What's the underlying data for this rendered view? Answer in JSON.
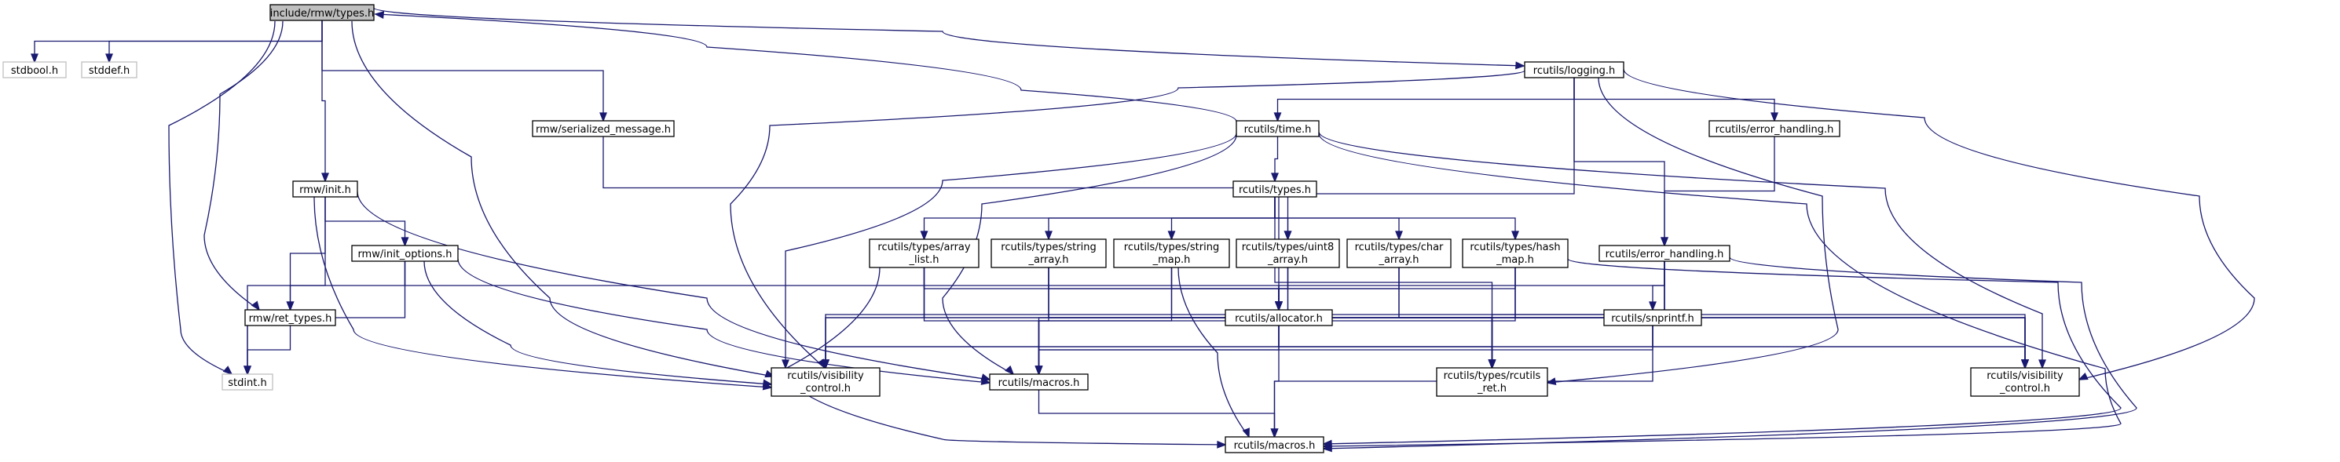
{
  "graph": {
    "colors": {
      "edge": "#191970",
      "node_border": "#000000",
      "external_border": "#bfbfbf",
      "root_fill": "#bfbfbf"
    },
    "nodes": [
      {
        "id": "types",
        "lines": [
          "include/rmw/types.h"
        ],
        "kind": "root"
      },
      {
        "id": "stdbool",
        "lines": [
          "stdbool.h"
        ],
        "kind": "ext"
      },
      {
        "id": "stddef",
        "lines": [
          "stddef.h"
        ],
        "kind": "ext"
      },
      {
        "id": "stdint",
        "lines": [
          "stdint.h"
        ],
        "kind": "ext"
      },
      {
        "id": "rmw_init",
        "lines": [
          "rmw/init.h"
        ],
        "kind": "normal"
      },
      {
        "id": "rmw_init_options",
        "lines": [
          "rmw/init_options.h"
        ],
        "kind": "normal"
      },
      {
        "id": "rmw_ret_types",
        "lines": [
          "rmw/ret_types.h"
        ],
        "kind": "normal"
      },
      {
        "id": "rmw_serialized",
        "lines": [
          "rmw/serialized_message.h"
        ],
        "kind": "normal"
      },
      {
        "id": "rc_logging",
        "lines": [
          "rcutils/logging.h"
        ],
        "kind": "normal"
      },
      {
        "id": "rc_time",
        "lines": [
          "rcutils/time.h"
        ],
        "kind": "normal"
      },
      {
        "id": "rc_error_handling_a",
        "lines": [
          "rcutils/error_handling.h"
        ],
        "kind": "normal"
      },
      {
        "id": "rc_types",
        "lines": [
          "rcutils/types.h"
        ],
        "kind": "normal"
      },
      {
        "id": "rc_array_list",
        "lines": [
          "rcutils/types/array",
          "_list.h"
        ],
        "kind": "normal"
      },
      {
        "id": "rc_string_array",
        "lines": [
          "rcutils/types/string",
          "_array.h"
        ],
        "kind": "normal"
      },
      {
        "id": "rc_string_map",
        "lines": [
          "rcutils/types/string",
          "_map.h"
        ],
        "kind": "normal"
      },
      {
        "id": "rc_uint8_array",
        "lines": [
          "rcutils/types/uint8",
          "_array.h"
        ],
        "kind": "normal"
      },
      {
        "id": "rc_char_array",
        "lines": [
          "rcutils/types/char",
          "_array.h"
        ],
        "kind": "normal"
      },
      {
        "id": "rc_hash_map",
        "lines": [
          "rcutils/types/hash",
          "_map.h"
        ],
        "kind": "normal"
      },
      {
        "id": "rc_error_handling_b",
        "lines": [
          "rcutils/error_handling.h"
        ],
        "kind": "normal"
      },
      {
        "id": "rc_allocator",
        "lines": [
          "rcutils/allocator.h"
        ],
        "kind": "normal"
      },
      {
        "id": "rc_snprintf",
        "lines": [
          "rcutils/snprintf.h"
        ],
        "kind": "normal"
      },
      {
        "id": "rc_visibility_a",
        "lines": [
          "rcutils/visibility",
          "_control.h"
        ],
        "kind": "normal"
      },
      {
        "id": "rc_macros_a",
        "lines": [
          "rcutils/macros.h"
        ],
        "kind": "normal"
      },
      {
        "id": "rc_rcutils_ret",
        "lines": [
          "rcutils/types/rcutils",
          "_ret.h"
        ],
        "kind": "normal"
      },
      {
        "id": "rc_visibility_b",
        "lines": [
          "rcutils/visibility",
          "_control.h"
        ],
        "kind": "normal"
      },
      {
        "id": "rc_macros_b",
        "lines": [
          "rcutils/macros.h"
        ],
        "kind": "normal"
      }
    ],
    "edges": [
      [
        "types",
        "stdbool"
      ],
      [
        "types",
        "stddef"
      ],
      [
        "types",
        "stdint"
      ],
      [
        "types",
        "rmw_init"
      ],
      [
        "types",
        "rmw_ret_types"
      ],
      [
        "types",
        "rc_visibility_a"
      ],
      [
        "types",
        "rmw_serialized"
      ],
      [
        "types",
        "rc_logging"
      ],
      [
        "rmw_init",
        "rmw_init_options"
      ],
      [
        "rmw_init",
        "rmw_ret_types"
      ],
      [
        "rmw_init",
        "stdint"
      ],
      [
        "rmw_init",
        "rc_visibility_a"
      ],
      [
        "rmw_init",
        "rc_macros_a"
      ],
      [
        "rmw_init_options",
        "rmw_ret_types"
      ],
      [
        "rmw_init_options",
        "stdint"
      ],
      [
        "rmw_init_options",
        "rc_visibility_a"
      ],
      [
        "rmw_init_options",
        "rc_allocator"
      ],
      [
        "rmw_init_options",
        "rc_macros_a"
      ],
      [
        "rmw_ret_types",
        "stdint"
      ],
      [
        "rmw_serialized",
        "rc_uint8_array"
      ],
      [
        "rc_logging",
        "rc_time"
      ],
      [
        "rc_logging",
        "rc_error_handling_a"
      ],
      [
        "rc_logging",
        "rc_error_handling_b"
      ],
      [
        "rc_logging",
        "rc_allocator"
      ],
      [
        "rc_logging",
        "rc_visibility_a"
      ],
      [
        "rc_logging",
        "rc_rcutils_ret"
      ],
      [
        "rc_logging",
        "rc_visibility_b"
      ],
      [
        "rc_time",
        "types"
      ],
      [
        "rc_time",
        "rc_types"
      ],
      [
        "rc_time",
        "rc_macros_a"
      ],
      [
        "rc_time",
        "rc_visibility_a"
      ],
      [
        "rc_time",
        "rc_visibility_b"
      ],
      [
        "rc_time",
        "rc_macros_b"
      ],
      [
        "rc_error_handling_a",
        "rc_error_handling_b"
      ],
      [
        "rc_types",
        "rc_array_list"
      ],
      [
        "rc_types",
        "rc_string_array"
      ],
      [
        "rc_types",
        "rc_string_map"
      ],
      [
        "rc_types",
        "rc_uint8_array"
      ],
      [
        "rc_types",
        "rc_char_array"
      ],
      [
        "rc_types",
        "rc_hash_map"
      ],
      [
        "rc_types",
        "rc_rcutils_ret"
      ],
      [
        "rc_array_list",
        "rc_allocator"
      ],
      [
        "rc_array_list",
        "rc_macros_a"
      ],
      [
        "rc_array_list",
        "rc_rcutils_ret"
      ],
      [
        "rc_array_list",
        "rc_visibility_a"
      ],
      [
        "rc_array_list",
        "rc_macros_b"
      ],
      [
        "rc_string_array",
        "rc_allocator"
      ],
      [
        "rc_string_array",
        "rc_macros_a"
      ],
      [
        "rc_string_array",
        "rc_rcutils_ret"
      ],
      [
        "rc_string_array",
        "rc_visibility_b"
      ],
      [
        "rc_string_map",
        "rc_allocator"
      ],
      [
        "rc_string_map",
        "rc_macros_a"
      ],
      [
        "rc_string_map",
        "rc_macros_b"
      ],
      [
        "rc_string_map",
        "rc_visibility_b"
      ],
      [
        "rc_uint8_array",
        "rc_allocator"
      ],
      [
        "rc_uint8_array",
        "rc_rcutils_ret"
      ],
      [
        "rc_uint8_array",
        "rc_visibility_a"
      ],
      [
        "rc_char_array",
        "rc_allocator"
      ],
      [
        "rc_char_array",
        "rc_rcutils_ret"
      ],
      [
        "rc_char_array",
        "rc_visibility_b"
      ],
      [
        "rc_hash_map",
        "rc_allocator"
      ],
      [
        "rc_hash_map",
        "rc_rcutils_ret"
      ],
      [
        "rc_hash_map",
        "rc_macros_a"
      ],
      [
        "rc_hash_map",
        "rc_visibility_b"
      ],
      [
        "rc_hash_map",
        "rc_macros_b"
      ],
      [
        "rc_error_handling_b",
        "rc_allocator"
      ],
      [
        "rc_error_handling_b",
        "rc_snprintf"
      ],
      [
        "rc_error_handling_b",
        "rc_visibility_a"
      ],
      [
        "rc_error_handling_b",
        "rc_macros_a"
      ],
      [
        "rc_error_handling_b",
        "rc_rcutils_ret"
      ],
      [
        "rc_error_handling_b",
        "rc_visibility_b"
      ],
      [
        "rc_error_handling_b",
        "rc_macros_b"
      ],
      [
        "rc_allocator",
        "rc_visibility_a"
      ],
      [
        "rc_allocator",
        "rc_macros_a"
      ],
      [
        "rc_allocator",
        "rc_rcutils_ret"
      ],
      [
        "rc_allocator",
        "rc_visibility_b"
      ],
      [
        "rc_allocator",
        "rc_macros_b"
      ],
      [
        "rc_snprintf",
        "rc_visibility_a"
      ],
      [
        "rc_snprintf",
        "rc_macros_a"
      ],
      [
        "rc_snprintf",
        "rc_visibility_b"
      ],
      [
        "rc_snprintf",
        "rc_macros_b"
      ],
      [
        "rc_macros_a",
        "rc_macros_b"
      ]
    ]
  }
}
